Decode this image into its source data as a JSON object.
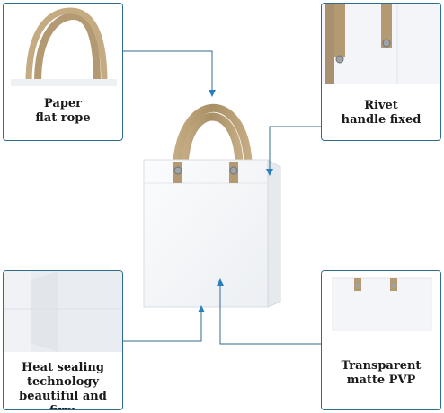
{
  "callouts": {
    "top_left": {
      "lines": [
        "Paper",
        "flat rope"
      ]
    },
    "top_right": {
      "lines": [
        "Rivet",
        "handle fixed"
      ]
    },
    "bottom_left": {
      "lines": [
        "Heat sealing",
        "technology",
        "beautiful and firm"
      ]
    },
    "bottom_right": {
      "lines": [
        "Transparent",
        "matte PVP"
      ]
    }
  },
  "colors": {
    "border": "#2f6b8a",
    "connector": "#2f6b8a",
    "arrow_tip": "#2a7fbf",
    "bag_body": "#f3f5f8",
    "handle": "#b39a72",
    "rivet": "#9ea3a8"
  }
}
